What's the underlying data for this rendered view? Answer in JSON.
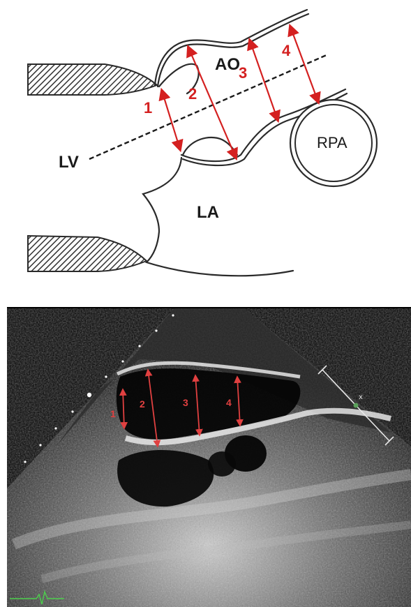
{
  "diagram": {
    "labels": {
      "aorta": "AO",
      "left_ventricle": "LV",
      "left_atrium": "LA",
      "right_pulmonary_artery": "RPA"
    },
    "measurement_numbers": [
      "1",
      "2",
      "3",
      "4"
    ]
  },
  "echo_image": {
    "measurement_numbers": [
      "1",
      "2",
      "3",
      "4"
    ],
    "scale_marker": "x"
  },
  "colors": {
    "measurement_red": "#d42020",
    "hatch": "#333333",
    "echo_background": "#000000",
    "scale_bar": "#e8e8e8",
    "ecg_trace": "#4ccf4c"
  }
}
